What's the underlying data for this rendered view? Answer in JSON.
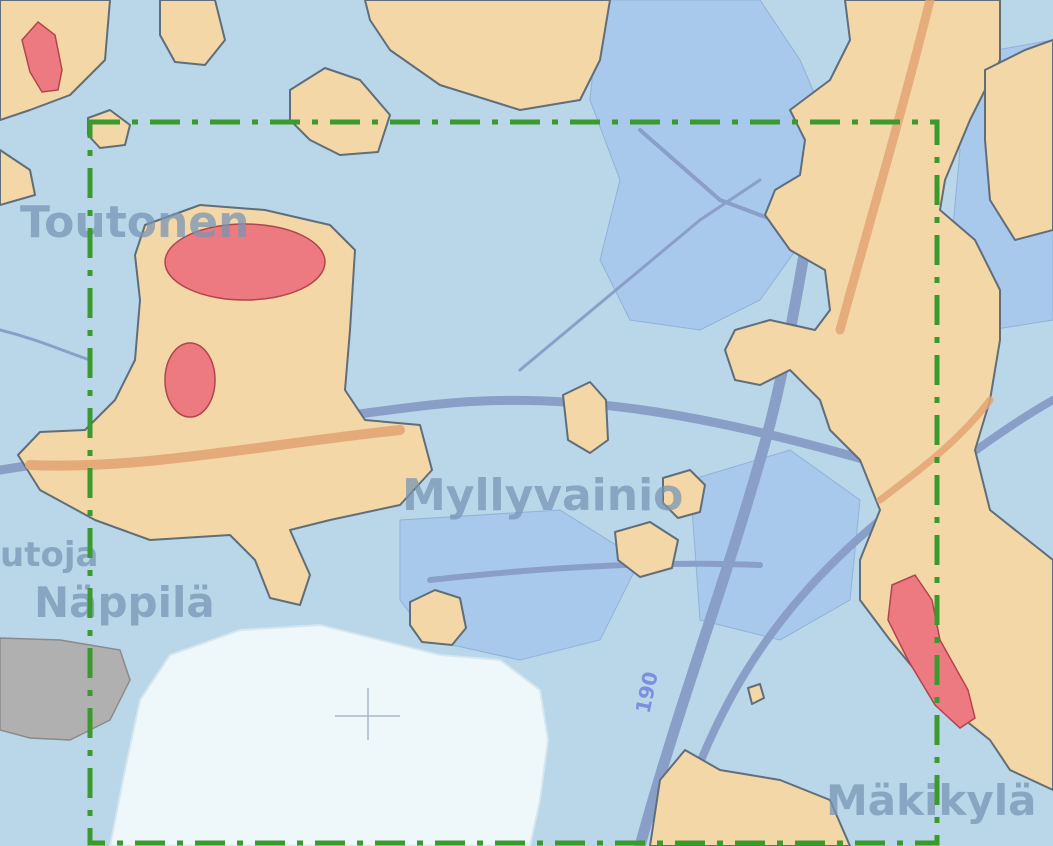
{
  "map": {
    "place_labels": {
      "toutonen": "Toutonen",
      "myllyvainio": "Myllyvainio",
      "nappila": "Näppilä",
      "utoja": "utoja",
      "makikyla": "Mäkikylä",
      "road_number": "190"
    },
    "colors": {
      "water_background": "#b9d7e8",
      "land_tan": "#f4d7a6",
      "land_outline": "#5f6e7a",
      "hotspot_red": "#ec7a80",
      "road_blue": "#8a9fc8",
      "road_orange": "#e3a574",
      "settlement_blue": "#a9c9ec",
      "lake_white": "#eef8fb",
      "quarry_gray": "#b0b0b0",
      "boundary_green": "#3a9a2e"
    }
  }
}
